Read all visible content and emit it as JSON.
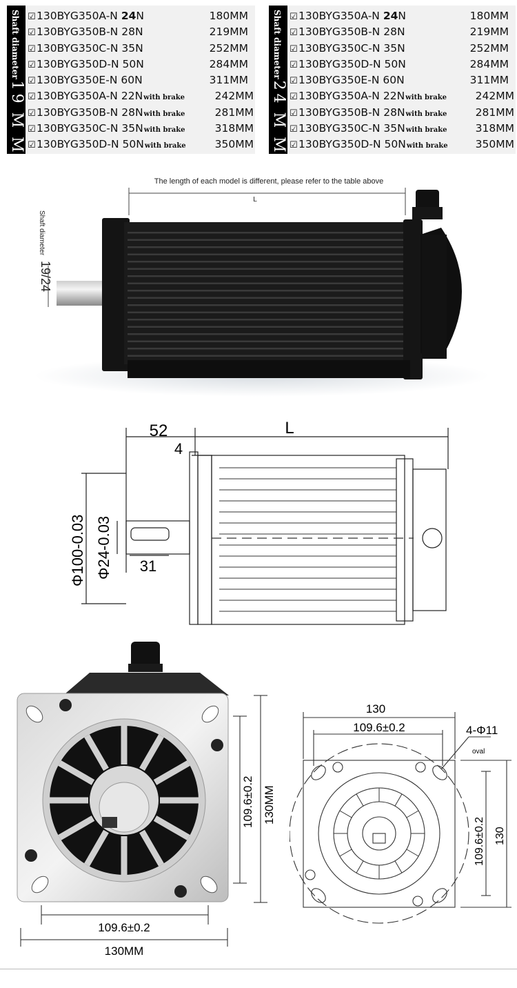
{
  "tables": [
    {
      "band_small": "Shaft diameter",
      "band_big": "19MM",
      "band_num": "1",
      "band_rest": "9 M M",
      "rows": [
        {
          "model": "130BYG350A-N",
          "torque": "24",
          "unit": "N",
          "bold": true,
          "brake": "",
          "length": "180MM"
        },
        {
          "model": "130BYG350B-N",
          "torque": "28",
          "unit": "N",
          "bold": false,
          "brake": "",
          "length": "219MM"
        },
        {
          "model": "130BYG350C-N",
          "torque": "35",
          "unit": "N",
          "bold": false,
          "brake": "",
          "length": "252MM"
        },
        {
          "model": "130BYG350D-N",
          "torque": "50",
          "unit": "N",
          "bold": false,
          "brake": "",
          "length": "284MM"
        },
        {
          "model": "130BYG350E-N",
          "torque": "60",
          "unit": "N",
          "bold": false,
          "brake": "",
          "length": "311MM"
        },
        {
          "model": "130BYG350A-N",
          "torque": "22",
          "unit": "N",
          "bold": false,
          "brake": "with brake",
          "length": "242MM"
        },
        {
          "model": "130BYG350B-N",
          "torque": "28",
          "unit": "N",
          "bold": false,
          "brake": "with brake",
          "length": "281MM"
        },
        {
          "model": "130BYG350C-N",
          "torque": "35",
          "unit": "N",
          "bold": false,
          "brake": "with brake",
          "length": "318MM"
        },
        {
          "model": "130BYG350D-N",
          "torque": "50",
          "unit": "N",
          "bold": false,
          "brake": "with brake",
          "length": "350MM"
        }
      ]
    },
    {
      "band_small": "Shaft diameter",
      "band_num": "2",
      "band_rest": "4 M M",
      "rows": [
        {
          "model": "130BYG350A-N",
          "torque": "24",
          "unit": "N",
          "bold": true,
          "brake": "",
          "length": "180MM"
        },
        {
          "model": "130BYG350B-N",
          "torque": "28",
          "unit": "N",
          "bold": false,
          "brake": "",
          "length": "219MM"
        },
        {
          "model": "130BYG350C-N",
          "torque": "35",
          "unit": "N",
          "bold": false,
          "brake": "",
          "length": "252MM"
        },
        {
          "model": "130BYG350D-N",
          "torque": "50",
          "unit": "N",
          "bold": false,
          "brake": "",
          "length": "284MM"
        },
        {
          "model": "130BYG350E-N",
          "torque": "60",
          "unit": "N",
          "bold": false,
          "brake": "",
          "length": "311MM"
        },
        {
          "model": "130BYG350A-N",
          "torque": "22",
          "unit": "N",
          "bold": false,
          "brake": "with brake",
          "length": "242MM"
        },
        {
          "model": "130BYG350B-N",
          "torque": "28",
          "unit": "N",
          "bold": false,
          "brake": "with brake",
          "length": "281MM"
        },
        {
          "model": "130BYG350C-N",
          "torque": "35",
          "unit": "N",
          "bold": false,
          "brake": "with brake",
          "length": "318MM"
        },
        {
          "model": "130BYG350D-N",
          "torque": "50",
          "unit": "N",
          "bold": false,
          "brake": "with brake",
          "length": "350MM"
        }
      ]
    }
  ],
  "photo1": {
    "note": "The length of each model is different, please refer to the table above",
    "L": "L",
    "shaft_label": "Shaft diameter",
    "shaft_value": "19/24"
  },
  "side_drawing": {
    "dim_52": "52",
    "dim_L": "L",
    "dim_4": "4",
    "dim_phi100": "Φ100-0.03",
    "dim_phi24": "Φ24-0.03",
    "dim_31": "31"
  },
  "front_photo": {
    "dim_vertical": "109.6±0.2",
    "dim_vertical_outer": "130MM",
    "dim_horizontal": "109.6±0.2",
    "dim_horizontal_outer": "130MM"
  },
  "front_drawing": {
    "dim_130_top": "130",
    "dim_1096_top": "109.6±0.2",
    "holes": "4-Φ11",
    "oval": "oval",
    "dim_1096_side": "109.6±0.2",
    "dim_130_side": "130"
  }
}
